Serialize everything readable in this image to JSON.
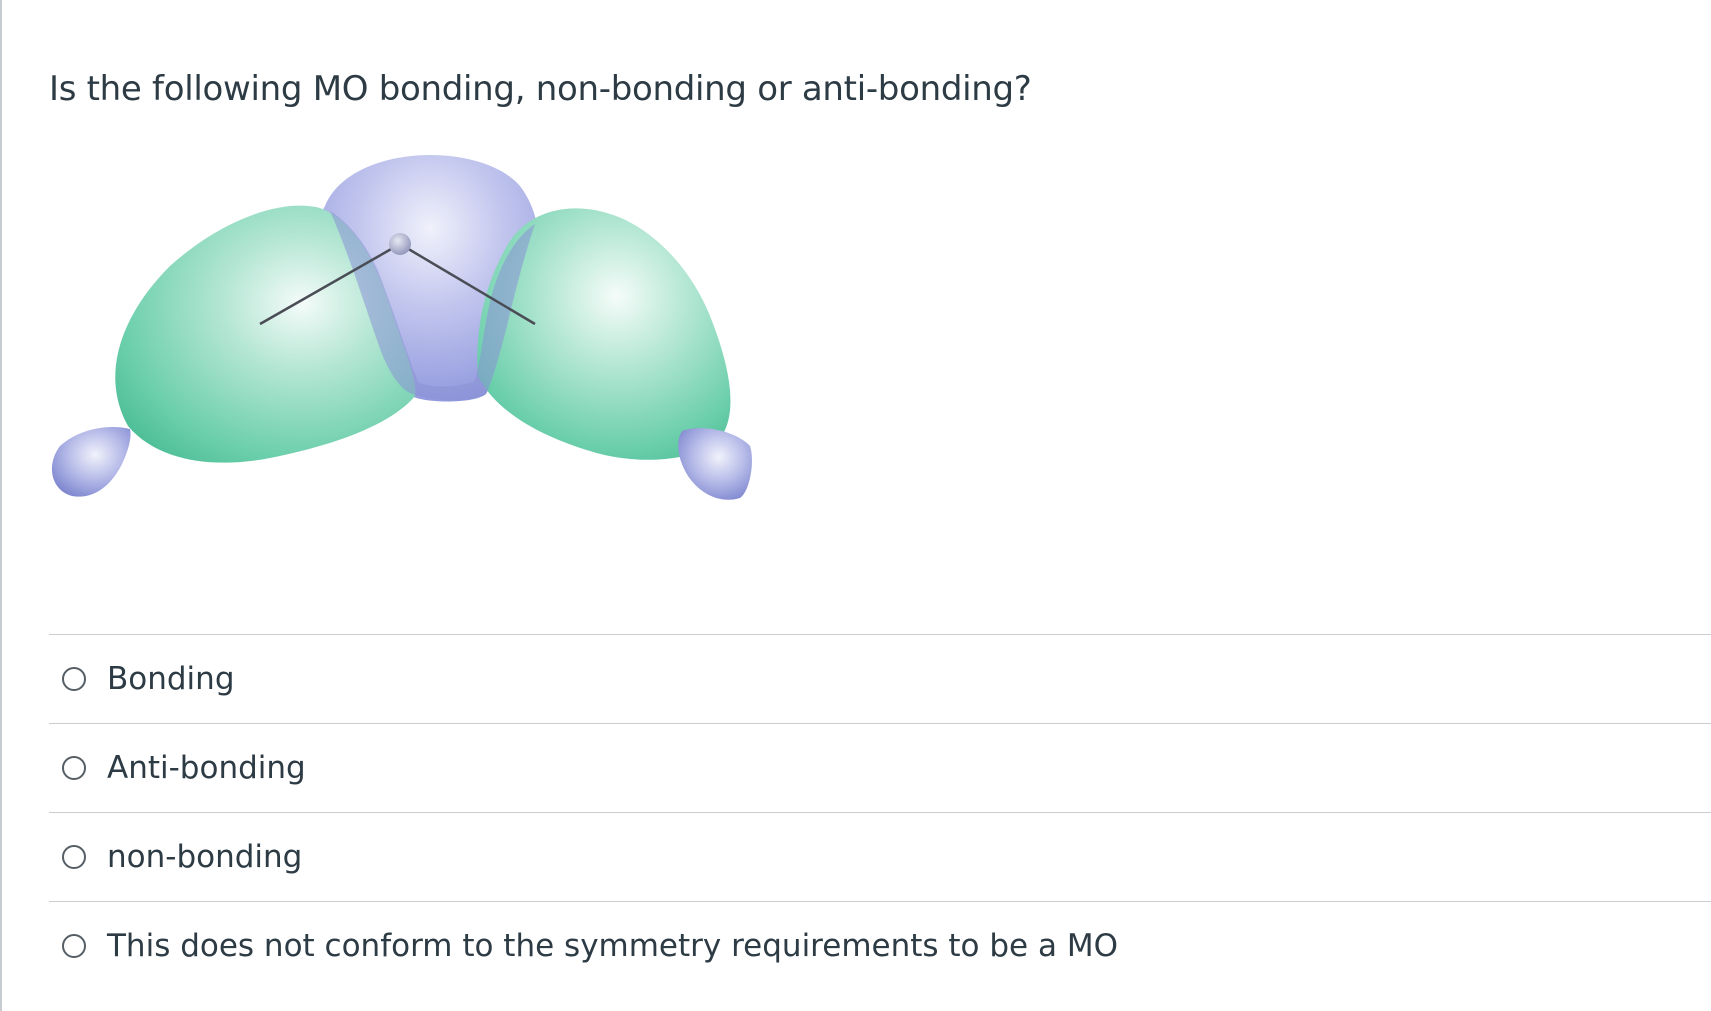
{
  "question": {
    "text": "Is the following MO bonding, non-bonding or anti-bonding?"
  },
  "figure": {
    "lobe_colors": {
      "green": "#5fc9a8",
      "blue": "#8d95dc"
    }
  },
  "answers": [
    {
      "label": "Bonding",
      "selected": false
    },
    {
      "label": "Anti-bonding",
      "selected": false
    },
    {
      "label": "non-bonding",
      "selected": false
    },
    {
      "label": "This does not conform to the symmetry requirements to be a MO",
      "selected": false
    }
  ],
  "colors": {
    "text": "#2d3b45",
    "divider": "#c7cdd1",
    "radio_border": "#555e65"
  }
}
